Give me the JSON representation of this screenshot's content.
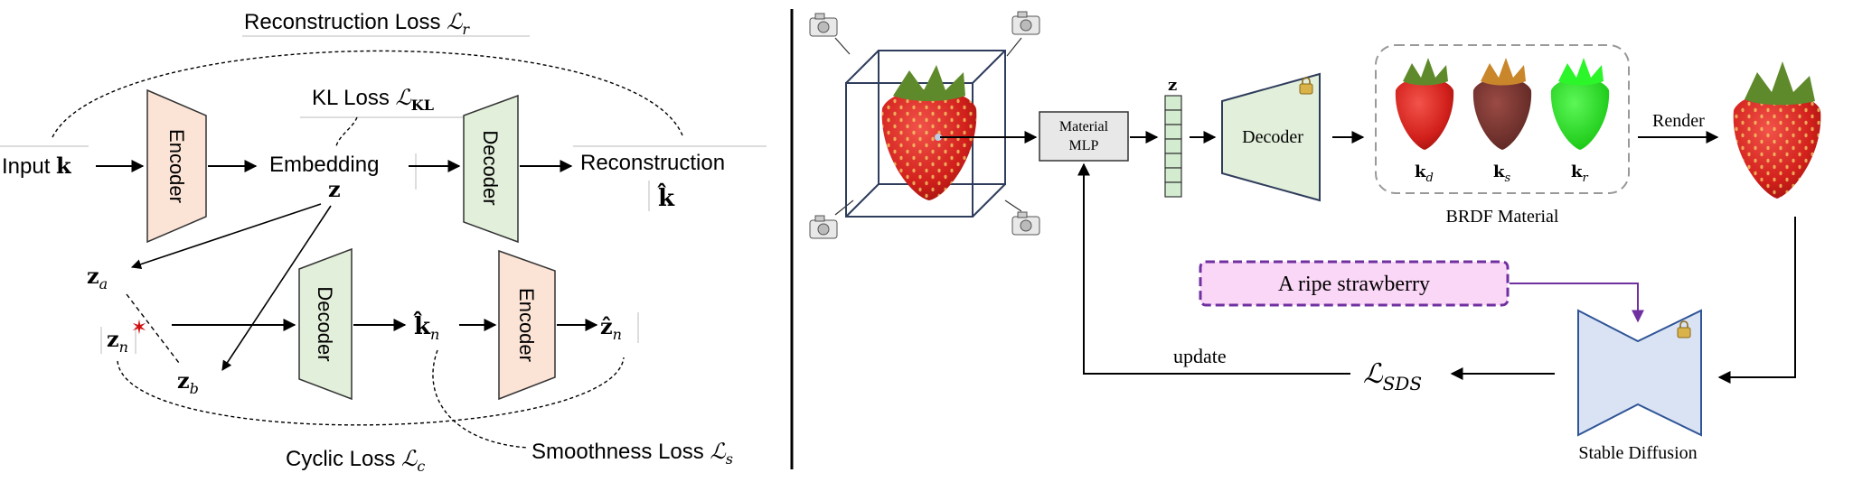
{
  "left_panel": {
    "recon_loss": {
      "text": "Reconstruction Loss ",
      "sym": "ℒ",
      "sub": "r"
    },
    "kl_loss": {
      "text": "KL Loss ",
      "sym": "ℒ",
      "sub": "KL"
    },
    "input": {
      "text": "Input ",
      "sym": "k"
    },
    "encoder_top": "Encoder",
    "embedding": "Embedding",
    "z_sym": "z",
    "decoder_top": "Decoder",
    "reconstruction": "Reconstruction",
    "khat": "k̂",
    "za": {
      "sym": "z",
      "sub": "a"
    },
    "zn": {
      "sym": "z",
      "sub": "n"
    },
    "zb": {
      "sym": "z",
      "sub": "b"
    },
    "decoder_bottom": "Decoder",
    "khat_n": {
      "sym": "k̂",
      "sub": "n"
    },
    "encoder_bottom": "Encoder",
    "zhat_n": {
      "sym": "ẑ",
      "sub": "n"
    },
    "cyclic_loss": {
      "text": "Cyclic Loss ",
      "sym": "ℒ",
      "sub": "c"
    },
    "smooth_loss": {
      "text": "Smoothness Loss ",
      "sym": "ℒ",
      "sub": "s"
    }
  },
  "right_panel": {
    "material_mlp": [
      "Material",
      "MLP"
    ],
    "z_label": "z",
    "decoder": "Decoder",
    "kd": {
      "sym": "k",
      "sub": "d"
    },
    "ks": {
      "sym": "k",
      "sub": "s"
    },
    "kr": {
      "sym": "k",
      "sub": "r"
    },
    "brdf_caption": "BRDF Material",
    "render": "Render",
    "prompt": "A ripe strawberry",
    "update": "update",
    "lsds": {
      "sym": "ℒ",
      "sub": "SDS"
    },
    "stable_diffusion": "Stable Diffusion"
  },
  "colors": {
    "encoder_fill": "#fbe3d6",
    "decoder_fill": "#e2efda",
    "sd_fill": "#dae3f3",
    "mlp_fill": "#e8e8e8",
    "prompt_fill": "#fbd7f7",
    "prompt_border": "#8a3fa0",
    "arrow_purple": "#7030a0",
    "latent_fill": "#d3ecd0",
    "strawberry_red": "#d9231f",
    "strawberry_brown": "#7a3530",
    "strawberry_green": "#22e31d",
    "leaf_green": "#5f8a2b"
  }
}
